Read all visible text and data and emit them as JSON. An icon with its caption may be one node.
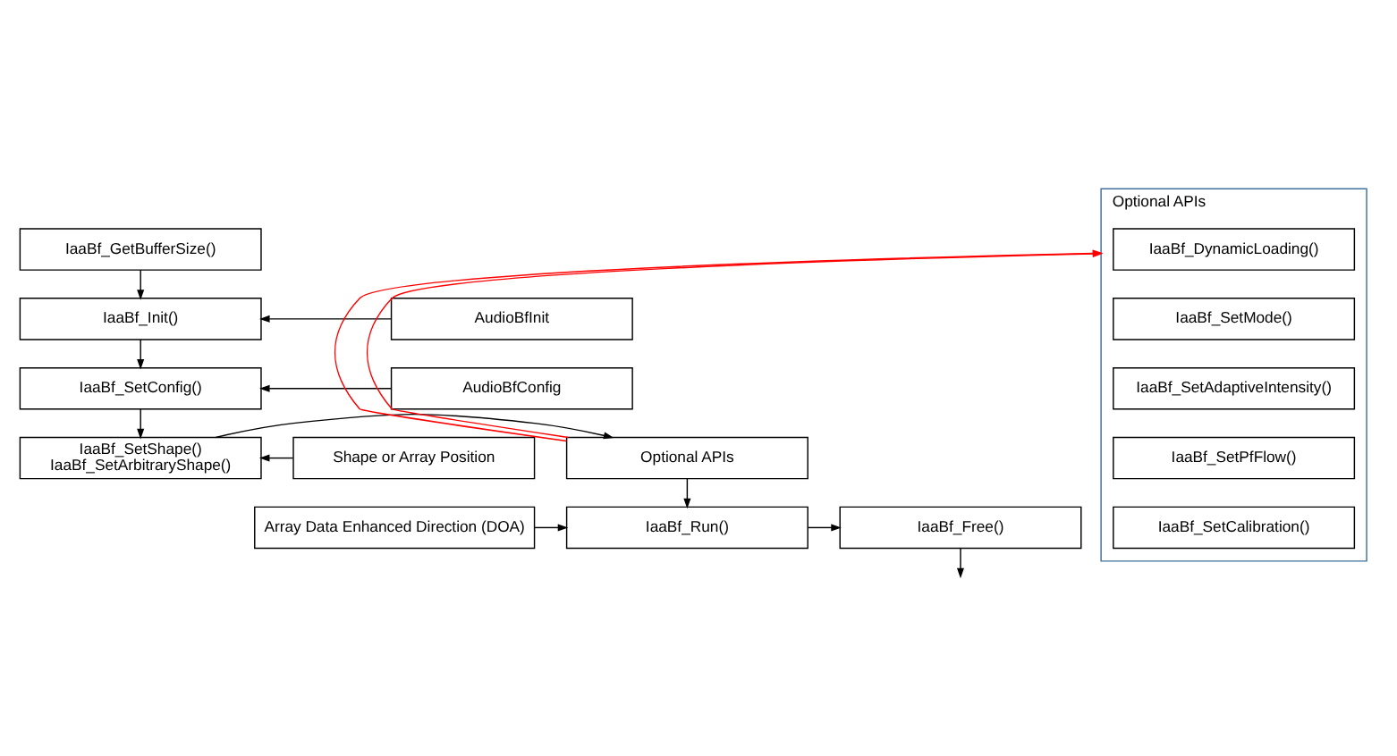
{
  "diagram": {
    "nodes": [
      {
        "text": [
          "IaaBf_GetBufferSize()"
        ]
      },
      {
        "text": [
          "AudioBfInit"
        ]
      },
      {
        "text": [
          "IaaBf_Init()"
        ]
      },
      {
        "text": [
          "AudioBfConfig"
        ]
      },
      {
        "text": [
          "IaaBf_SetConfig()"
        ]
      },
      {
        "text": [
          "Shape or Array Position"
        ]
      },
      {
        "text": [
          "IaaBf_SetShape()",
          "IaaBf_SetArbitraryShape()"
        ]
      },
      {
        "text": [
          "Optional APIs"
        ]
      },
      {
        "text": [
          "Array Data Enhanced Direction (DOA)"
        ]
      },
      {
        "text": [
          "IaaBf_Run()"
        ]
      },
      {
        "text": [
          "IaaBf_Free()"
        ]
      },
      {
        "text": [
          "Optional APIs"
        ]
      },
      {
        "text": [
          "IaaBf_DynamicLoading()"
        ],
        "in": 11
      },
      {
        "text": [
          "IaaBf_SetMode()"
        ],
        "in": 11
      },
      {
        "text": [
          "IaaBf_SetAdaptiveIntensity()"
        ],
        "in": 11
      },
      {
        "text": [
          "IaaBf_SetPfFlow()"
        ],
        "in": 11
      },
      {
        "text": [
          "IaaBf_SetCalibration()"
        ],
        "in": 11
      }
    ],
    "edges": [
      {
        "from": 0,
        "to": 2,
        "arrow": "to"
      },
      {
        "from": 1,
        "to": 2,
        "arrow": "to"
      },
      {
        "from": 2,
        "to": 4,
        "arrow": "to"
      },
      {
        "from": 3,
        "to": 4,
        "arrow": "to"
      },
      {
        "from": 4,
        "to": 6,
        "arrow": "to"
      },
      {
        "from": 5,
        "to": 6,
        "arrow": "to"
      },
      {
        "from": 6,
        "to": 7,
        "arrow": "to"
      },
      {
        "from": 7,
        "to": 9,
        "arrow": "to"
      },
      {
        "from": 8,
        "to": 9,
        "arrow": "to"
      },
      {
        "from": 9,
        "to": 10,
        "arrow": "to"
      },
      {
        "from": 10,
        "to": null,
        "arrow": "to"
      },
      {
        "from": 7,
        "to": 11,
        "arrow": "to",
        "color": "#ff0000"
      },
      {
        "from": 7,
        "to": 11,
        "arrow": "to",
        "color": "#ff0000"
      }
    ]
  }
}
